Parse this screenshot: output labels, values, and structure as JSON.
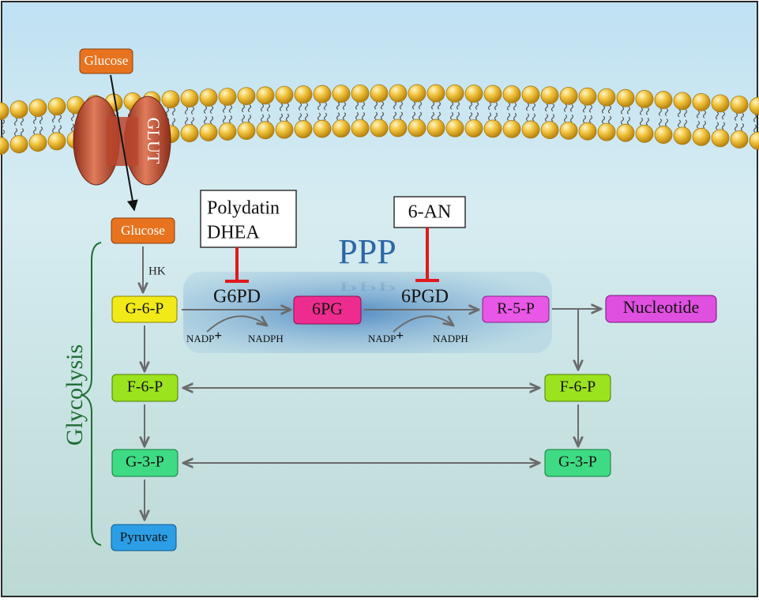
{
  "glucose_outside": "Glucose",
  "transporter": "GLUT",
  "glucose_inside": "Glucose",
  "enzyme_hk": "HK",
  "inhibitors_g6pd": [
    "Polydatin",
    "DHEA"
  ],
  "inhibitor_6pgd": "6-AN",
  "ppp_label": "PPP",
  "enzyme_g6pd": "G6PD",
  "enzyme_6pgd": "6PGD",
  "cofactor_1": {
    "in": "NADP",
    "in_sup": "+",
    "out": "NADPH"
  },
  "cofactor_2": {
    "in": "NADP",
    "in_sup": "+",
    "out": "NADPH"
  },
  "metabolites": {
    "g6p": "G-6-P",
    "sixpg": "6PG",
    "r5p": "R-5-P",
    "nucleotide": "Nucleotide",
    "f6p_left": "F-6-P",
    "f6p_right": "F-6-P",
    "g3p_left": "G-3-P",
    "g3p_right": "G-3-P",
    "pyruvate": "Pyruvate"
  },
  "glycolysis_label": "Glycolysis",
  "colors": {
    "glucose": "#e8731f",
    "g6p": "#f2ea18",
    "sixpg": "#ee2c8f",
    "r5p": "#e957e6",
    "nucleotide": "#df4fe0",
    "f6p": "#9be31e",
    "g3p": "#3fdb84",
    "pyruvate": "#2b9ee6",
    "inhibitor": "#e0191d",
    "glycolysis": "#1e6d33",
    "ppp_text": "#2c66a4",
    "lipid_head": "#e8b224",
    "glut": "#c4573b"
  }
}
